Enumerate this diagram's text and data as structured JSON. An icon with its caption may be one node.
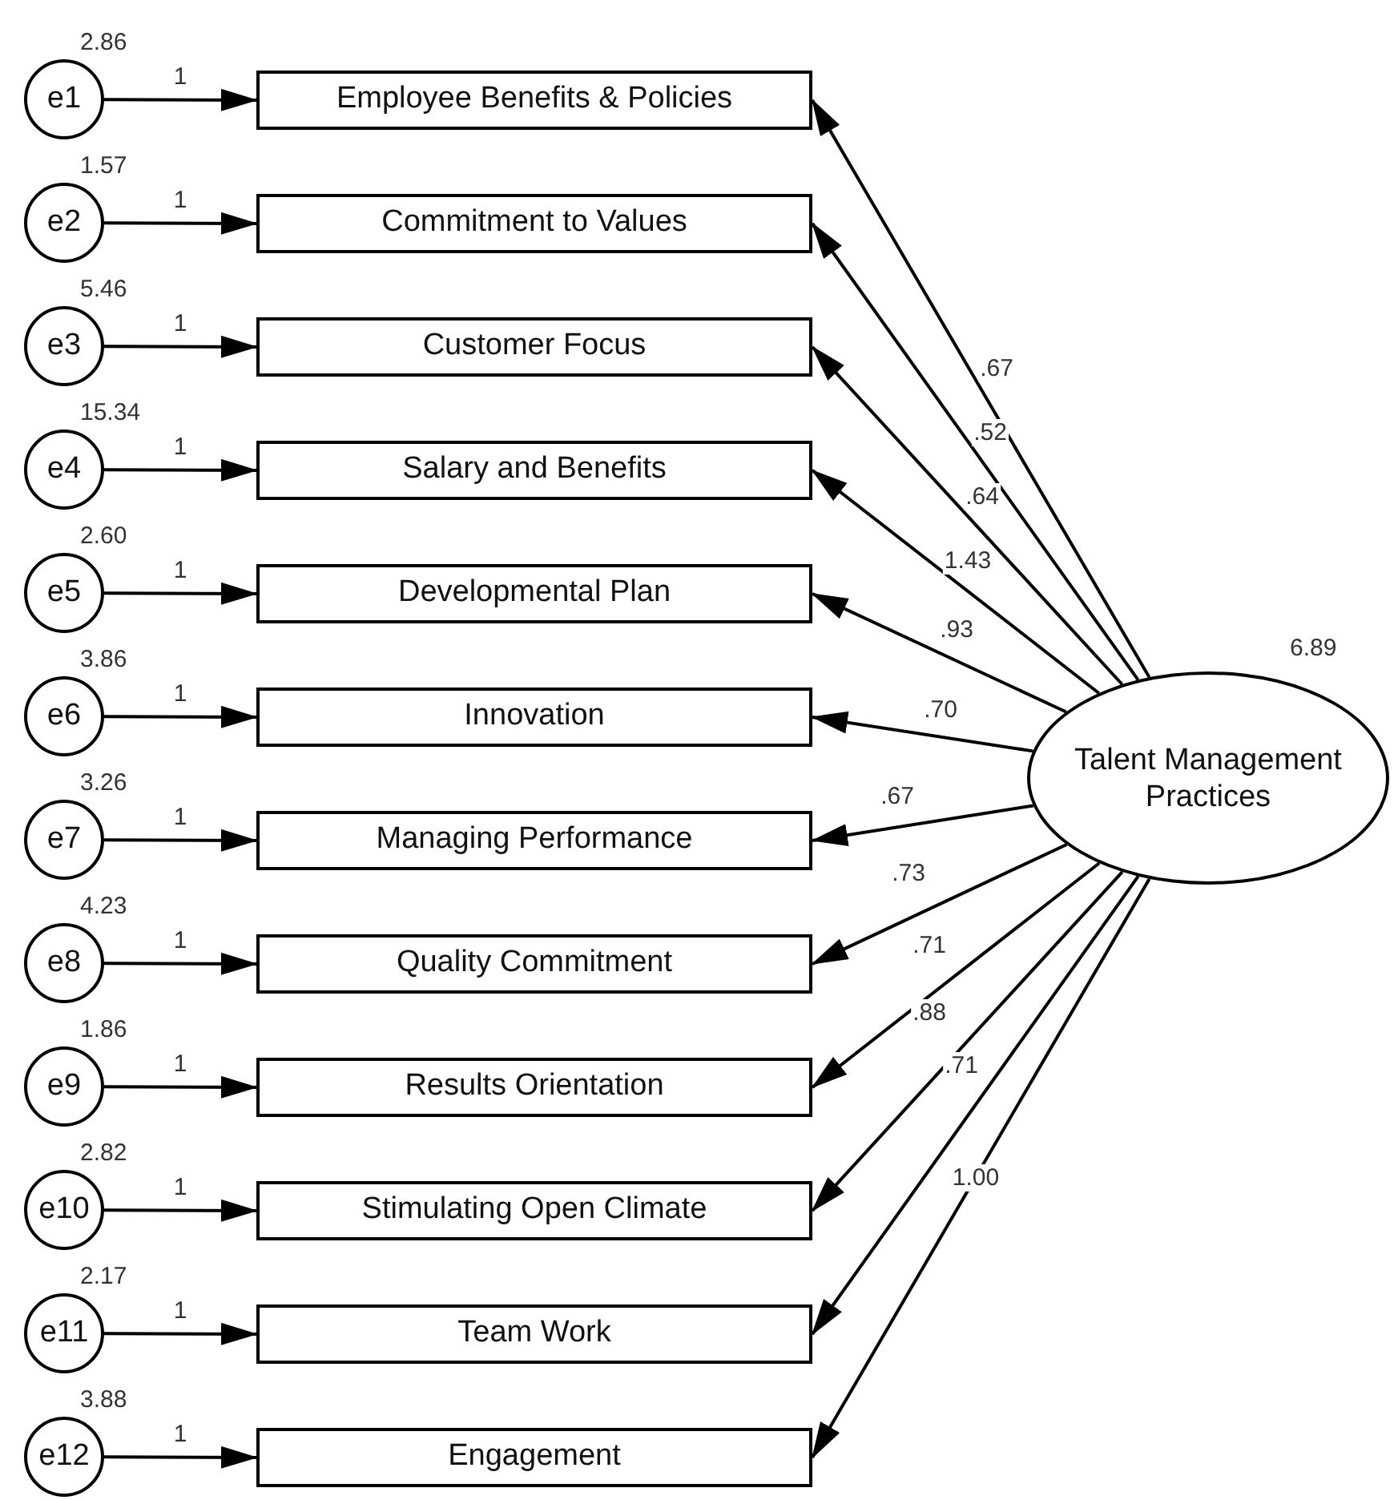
{
  "diagram": {
    "nodes": [
      {
        "text": [
          "e1"
        ],
        "beside": [
          "2.86"
        ]
      },
      {
        "text": [
          "e2"
        ],
        "beside": [
          "1.57"
        ]
      },
      {
        "text": [
          "e3"
        ],
        "beside": [
          "5.46"
        ]
      },
      {
        "text": [
          "e4"
        ],
        "beside": [
          "15.34"
        ]
      },
      {
        "text": [
          "e5"
        ],
        "beside": [
          "2.60"
        ]
      },
      {
        "text": [
          "e6"
        ],
        "beside": [
          "3.86"
        ]
      },
      {
        "text": [
          "e7"
        ],
        "beside": [
          "3.26"
        ]
      },
      {
        "text": [
          "e8"
        ],
        "beside": [
          "4.23"
        ]
      },
      {
        "text": [
          "e9"
        ],
        "beside": [
          "1.86"
        ]
      },
      {
        "text": [
          "e10"
        ],
        "beside": [
          "2.82"
        ]
      },
      {
        "text": [
          "e11"
        ],
        "beside": [
          "2.17"
        ]
      },
      {
        "text": [
          "e12"
        ],
        "beside": [
          "3.88"
        ]
      },
      {
        "text": [
          "Employee Benefits & Policies"
        ]
      },
      {
        "text": [
          "Commitment to Values"
        ]
      },
      {
        "text": [
          "Customer Focus"
        ]
      },
      {
        "text": [
          "Salary and Benefits"
        ]
      },
      {
        "text": [
          "Developmental Plan"
        ]
      },
      {
        "text": [
          "Innovation"
        ]
      },
      {
        "text": [
          "Managing Performance"
        ]
      },
      {
        "text": [
          "Quality Commitment"
        ]
      },
      {
        "text": [
          "Results Orientation"
        ]
      },
      {
        "text": [
          "Stimulating Open Climate"
        ]
      },
      {
        "text": [
          "Team Work"
        ]
      },
      {
        "text": [
          "Engagement"
        ]
      },
      {
        "text": [
          "Talent Management Practices"
        ],
        "beside": [
          "6.89"
        ]
      }
    ],
    "edges": [
      {
        "from": 0,
        "to": 12,
        "arrow": "to",
        "label": "1"
      },
      {
        "from": 1,
        "to": 13,
        "arrow": "to",
        "label": "1"
      },
      {
        "from": 2,
        "to": 14,
        "arrow": "to",
        "label": "1"
      },
      {
        "from": 3,
        "to": 15,
        "arrow": "to",
        "label": "1"
      },
      {
        "from": 4,
        "to": 16,
        "arrow": "to",
        "label": "1"
      },
      {
        "from": 5,
        "to": 17,
        "arrow": "to",
        "label": "1"
      },
      {
        "from": 6,
        "to": 18,
        "arrow": "to",
        "label": "1"
      },
      {
        "from": 7,
        "to": 19,
        "arrow": "to",
        "label": "1"
      },
      {
        "from": 8,
        "to": 20,
        "arrow": "to",
        "label": "1"
      },
      {
        "from": 9,
        "to": 21,
        "arrow": "to",
        "label": "1"
      },
      {
        "from": 10,
        "to": 22,
        "arrow": "to",
        "label": "1"
      },
      {
        "from": 11,
        "to": 23,
        "arrow": "to",
        "label": "1"
      },
      {
        "from": 24,
        "to": 12,
        "arrow": "to",
        "label": ".67"
      },
      {
        "from": 24,
        "to": 13,
        "arrow": "to",
        "label": ".52"
      },
      {
        "from": 24,
        "to": 14,
        "arrow": "to",
        "label": ".64"
      },
      {
        "from": 24,
        "to": 15,
        "arrow": "to",
        "label": "1.43"
      },
      {
        "from": 24,
        "to": 16,
        "arrow": "to",
        "label": ".93"
      },
      {
        "from": 24,
        "to": 17,
        "arrow": "to",
        "label": ".70"
      },
      {
        "from": 24,
        "to": 18,
        "arrow": "to",
        "label": ".67"
      },
      {
        "from": 24,
        "to": 19,
        "arrow": "to",
        "label": ".73"
      },
      {
        "from": 24,
        "to": 20,
        "arrow": "to",
        "label": ".71"
      },
      {
        "from": 24,
        "to": 21,
        "arrow": "to",
        "label": ".88"
      },
      {
        "from": 24,
        "to": 22,
        "arrow": "to",
        "label": ".71"
      },
      {
        "from": 24,
        "to": 23,
        "arrow": "to",
        "label": "1.00"
      }
    ]
  }
}
